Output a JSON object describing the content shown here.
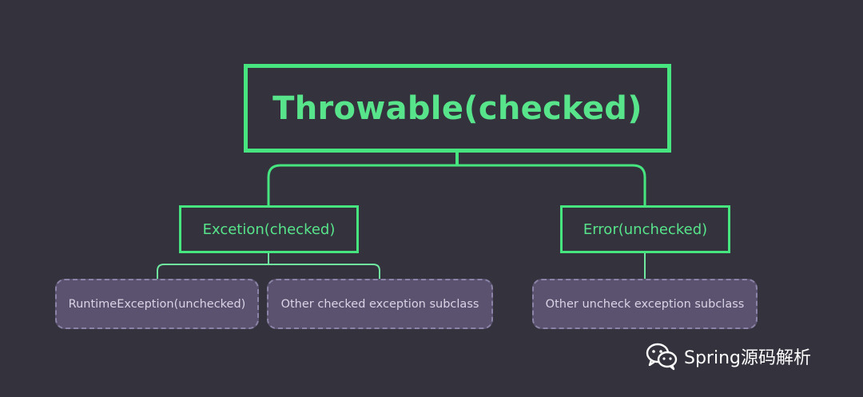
{
  "diagram": {
    "root": {
      "label": "Throwable(checked)"
    },
    "exception": {
      "label": "Excetion(checked)"
    },
    "error": {
      "label": "Error(unchecked)"
    },
    "leaves": {
      "runtime": {
        "label": "RuntimeException(unchecked)"
      },
      "other_checked": {
        "label": "Other checked exception subclass"
      },
      "other_unchecked": {
        "label": "Other uncheck exception subclass"
      }
    }
  },
  "watermark": {
    "text": "Spring源码解析",
    "icon": "wechat-icon"
  },
  "colors": {
    "background": "#34323d",
    "accent_green": "#46e57f",
    "green_text": "#57e48a",
    "leaf_fill": "#5b526f",
    "leaf_border": "#8c84a8",
    "leaf_text": "#d9d4e6",
    "connector_light": "#6fe8a0"
  }
}
